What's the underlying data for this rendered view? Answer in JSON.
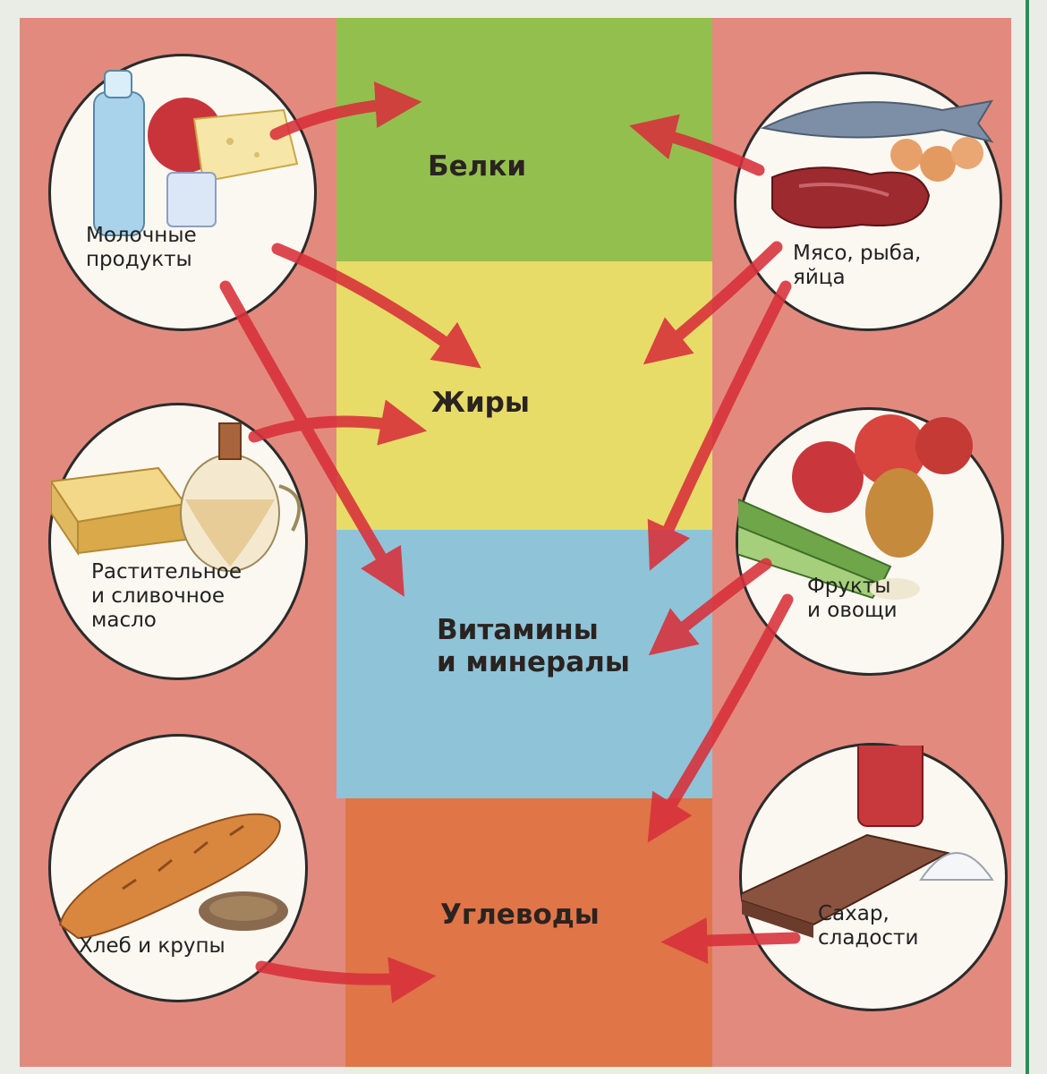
{
  "nutrients": {
    "proteins": "Белки",
    "fats": "Жиры",
    "vitamins": "Витамины\nи минералы",
    "carbs": "Углеводы"
  },
  "foods": {
    "dairy": "Молочные\nпродукты",
    "meat": "Мясо, рыба,\nяйца",
    "oil": "Растительное\nи сливочное\nмасло",
    "fruits": "Фрукты\nи овощи",
    "bread": "Хлеб и крупы",
    "sugar": "Сахар,\nсладости"
  },
  "colors": {
    "background": "#e28a7e",
    "proteins_band": "#93bf4f",
    "fats_band": "#e6dc67",
    "vitamins_band": "#8fc3d8",
    "carbs_band": "#e07548",
    "arrow": "#d8303a"
  }
}
